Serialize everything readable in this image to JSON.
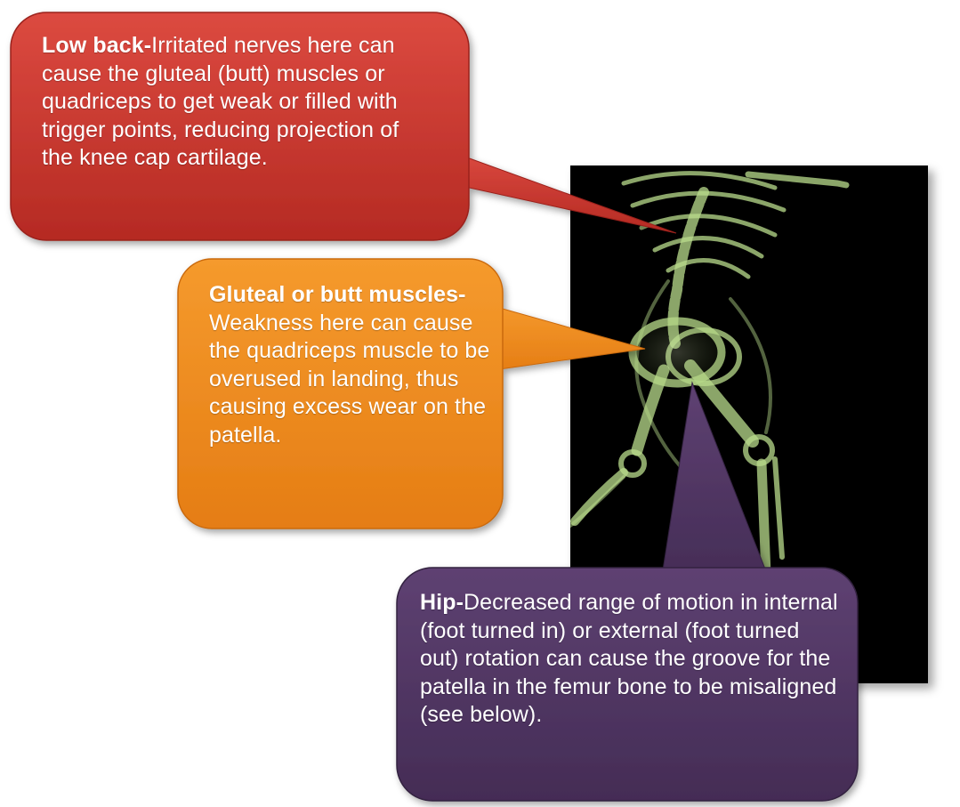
{
  "callouts": {
    "low_back": {
      "term": "Low back-",
      "text": "Irritated nerves here can cause the gluteal (butt) muscles or quadriceps to get weak or filled with trigger points, reducing projection of the knee cap cartilage.",
      "color": "#c9322b"
    },
    "gluteal": {
      "term": "Gluteal or butt muscles-",
      "text": " Weakness here can cause the quadriceps muscle to be overused in landing, thus causing excess wear on the patella.",
      "color": "#ef8a1e"
    },
    "hip": {
      "term": "Hip-",
      "text": "Decreased range of motion in internal (foot turned in) or external (foot turned out) rotation can cause the groove for the patella in the femur bone to be misaligned (see below).",
      "color": "#4f3560"
    }
  },
  "figure": {
    "image": "x-ray-running-skeleton",
    "bone_color": "#b9dc8c",
    "background": "#000000"
  }
}
